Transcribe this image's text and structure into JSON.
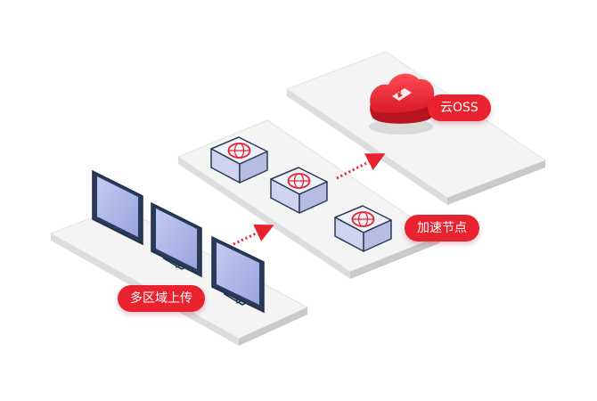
{
  "labels": {
    "cloud_oss": "云OSS",
    "acceleration_nodes": "加速节点",
    "multi_region_upload": "多区域上传"
  },
  "colors": {
    "accent": "#e8232f",
    "platform_top": "#f3f3f3",
    "platform_side": "#dedede",
    "monitor_screen": "#a9b3e6",
    "monitor_frame": "#1d2f4a",
    "node_box": "#d9dcef",
    "node_icon": "#e8232f",
    "cloud_body": "#e8232f"
  },
  "icons": {
    "monitor": "monitor-icon",
    "node": "globe-network-node-icon",
    "cloud": "cloud-upload-icon",
    "flow_arrow": "dotted-arrow-icon"
  }
}
